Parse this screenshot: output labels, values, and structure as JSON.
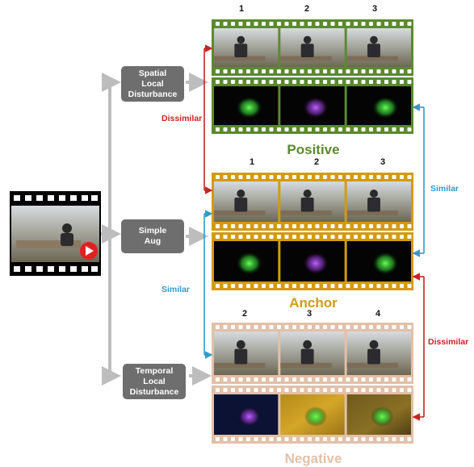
{
  "augmentations": {
    "spatial": "Spatial\nLocal\nDisturbance",
    "simple": "Simple\nAug",
    "temporal": "Temporal\nLocal\nDisturbance"
  },
  "groups": {
    "positive": {
      "label": "Positive",
      "frame_numbers": [
        "1",
        "2",
        "3"
      ]
    },
    "anchor": {
      "label": "Anchor",
      "frame_numbers": [
        "1",
        "2",
        "3"
      ]
    },
    "negative": {
      "label": "Negative",
      "frame_numbers": [
        "2",
        "3",
        "4"
      ]
    }
  },
  "relations": {
    "dissimilar_top": "Dissimilar",
    "similar_right": "Similar",
    "similar_left": "Similar",
    "dissimilar_bottom": "Dissimilar"
  },
  "colors": {
    "positive": "#5b8a2e",
    "anchor": "#d39a12",
    "negative": "#e3c0a8",
    "dissimilar": "#cc2222",
    "similar": "#3399cc",
    "box": "#6e6e6e",
    "connector": "#bdbdbd"
  }
}
